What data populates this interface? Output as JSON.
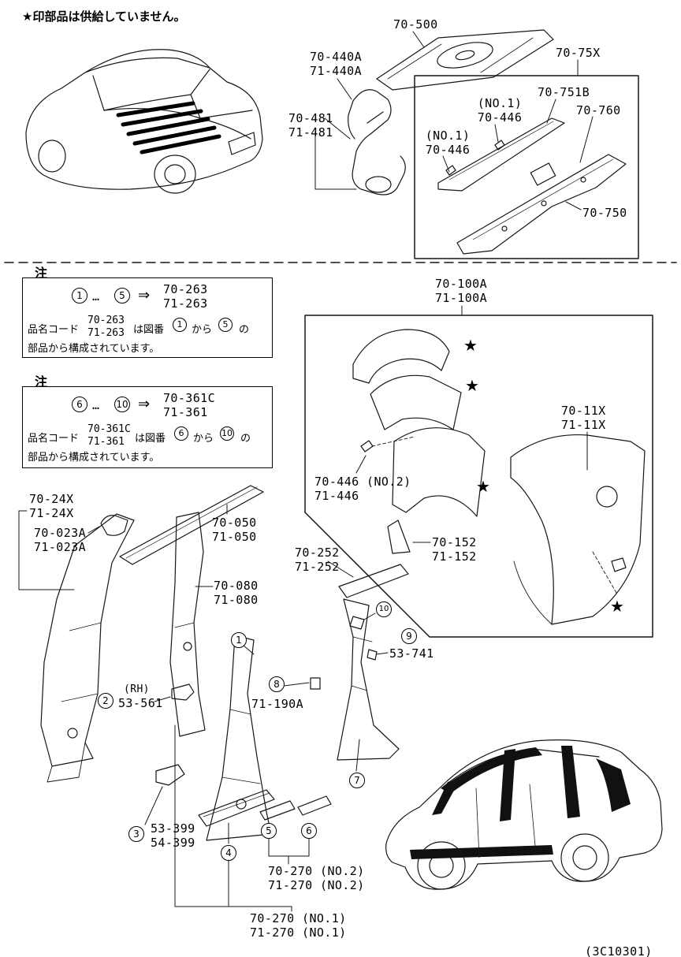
{
  "page": {
    "star_note": "★印部品は供給していません。",
    "doc_code": "(3C10301)",
    "star": "★"
  },
  "notes": [
    {
      "title": "注",
      "from": "1",
      "to": "5",
      "dots": "…",
      "arrow": "⇒",
      "code_top": "70-263",
      "code_bottom": "71-263",
      "prefix": "品名コード",
      "mid": "は図番",
      "kara": "から",
      "no": "の",
      "tail": "部品から構成されています。"
    },
    {
      "title": "注",
      "from": "6",
      "to": "10",
      "dots": "…",
      "arrow": "⇒",
      "code_top": "70-361C",
      "code_bottom": "71-361",
      "prefix": "品名コード",
      "mid": "は図番",
      "kara": "から",
      "no": "の",
      "tail": "部品から構成されています。"
    }
  ],
  "part_labels": [
    {
      "id": "70-500",
      "l1": "70-500"
    },
    {
      "id": "70-75X",
      "l1": "70-75X"
    },
    {
      "id": "70-440A",
      "l1": "70-440A",
      "l2": "71-440A"
    },
    {
      "id": "70-751B",
      "l1": "70-751B"
    },
    {
      "id": "70-446-no1-r",
      "l1": "(NO.1)",
      "l2": "70-446"
    },
    {
      "id": "70-760",
      "l1": "70-760"
    },
    {
      "id": "70-446-no1-l",
      "l1": "(NO.1)",
      "l2": "70-446"
    },
    {
      "id": "70-481",
      "l1": "70-481",
      "l2": "71-481"
    },
    {
      "id": "70-750",
      "l1": "70-750"
    },
    {
      "id": "70-100A",
      "l1": "70-100A",
      "l2": "71-100A"
    },
    {
      "id": "70-11X",
      "l1": "70-11X",
      "l2": "71-11X"
    },
    {
      "id": "70-446-no2",
      "l1": "70-446 (NO.2)",
      "l2": "71-446"
    },
    {
      "id": "70-152",
      "l1": "70-152",
      "l2": "71-152"
    },
    {
      "id": "70-24X",
      "l1": "70-24X",
      "l2": "71-24X"
    },
    {
      "id": "70-023A",
      "l1": "70-023A",
      "l2": "71-023A"
    },
    {
      "id": "70-050",
      "l1": "70-050",
      "l2": "71-050"
    },
    {
      "id": "70-080",
      "l1": "70-080",
      "l2": "71-080"
    },
    {
      "id": "70-252",
      "l1": "70-252",
      "l2": "71-252"
    },
    {
      "id": "53-741",
      "l1": "53-741"
    },
    {
      "id": "71-190A",
      "l1": "71-190A"
    },
    {
      "id": "RH",
      "l1": "(RH)"
    },
    {
      "id": "53-561",
      "l1": "53-561"
    },
    {
      "id": "53-399",
      "l1": "53-399",
      "l2": "54-399"
    },
    {
      "id": "70-270-no2",
      "l1": "70-270 (NO.2)",
      "l2": "71-270 (NO.2)"
    },
    {
      "id": "70-270-no1",
      "l1": "70-270 (NO.1)",
      "l2": "71-270 (NO.1)"
    }
  ],
  "circled": [
    "1",
    "2",
    "3",
    "4",
    "5",
    "6",
    "7",
    "8",
    "9",
    "10"
  ]
}
